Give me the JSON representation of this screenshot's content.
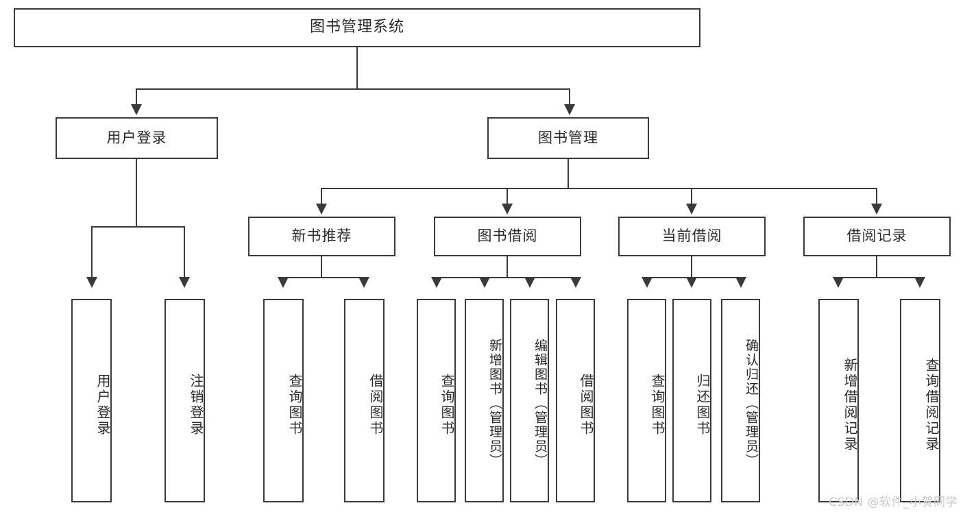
{
  "diagram": {
    "type": "tree-hierarchy-chart",
    "title": "图书管理系统",
    "root": {
      "label": "图书管理系统"
    },
    "level2": [
      {
        "label": "用户登录"
      },
      {
        "label": "图书管理"
      }
    ],
    "level3": [
      {
        "label": "新书推荐"
      },
      {
        "label": "图书借阅"
      },
      {
        "label": "当前借阅"
      },
      {
        "label": "借阅记录"
      }
    ],
    "leaves_user_login": [
      {
        "label": "用户登录"
      },
      {
        "label": "注销登录"
      }
    ],
    "leaves_new_book": [
      {
        "label": "查询图书"
      },
      {
        "label": "借阅图书"
      }
    ],
    "leaves_borrow": [
      {
        "label": "查询图书"
      },
      {
        "label": "新增图书（管理员）"
      },
      {
        "label": "编辑图书（管理员）"
      },
      {
        "label": "借阅图书"
      }
    ],
    "leaves_current": [
      {
        "label": "查询图书"
      },
      {
        "label": "归还图书"
      },
      {
        "label": "确认归还（管理员）"
      }
    ],
    "leaves_record": [
      {
        "label": "新增借阅记录"
      },
      {
        "label": "查询借阅记录"
      }
    ]
  },
  "watermark": {
    "text": "CSDN @软件_小贺同学"
  },
  "colors": {
    "stroke": "#3a3a3a",
    "fill": "#ffffff",
    "text": "#2b2b2b",
    "watermark": "#c9c9c9"
  }
}
